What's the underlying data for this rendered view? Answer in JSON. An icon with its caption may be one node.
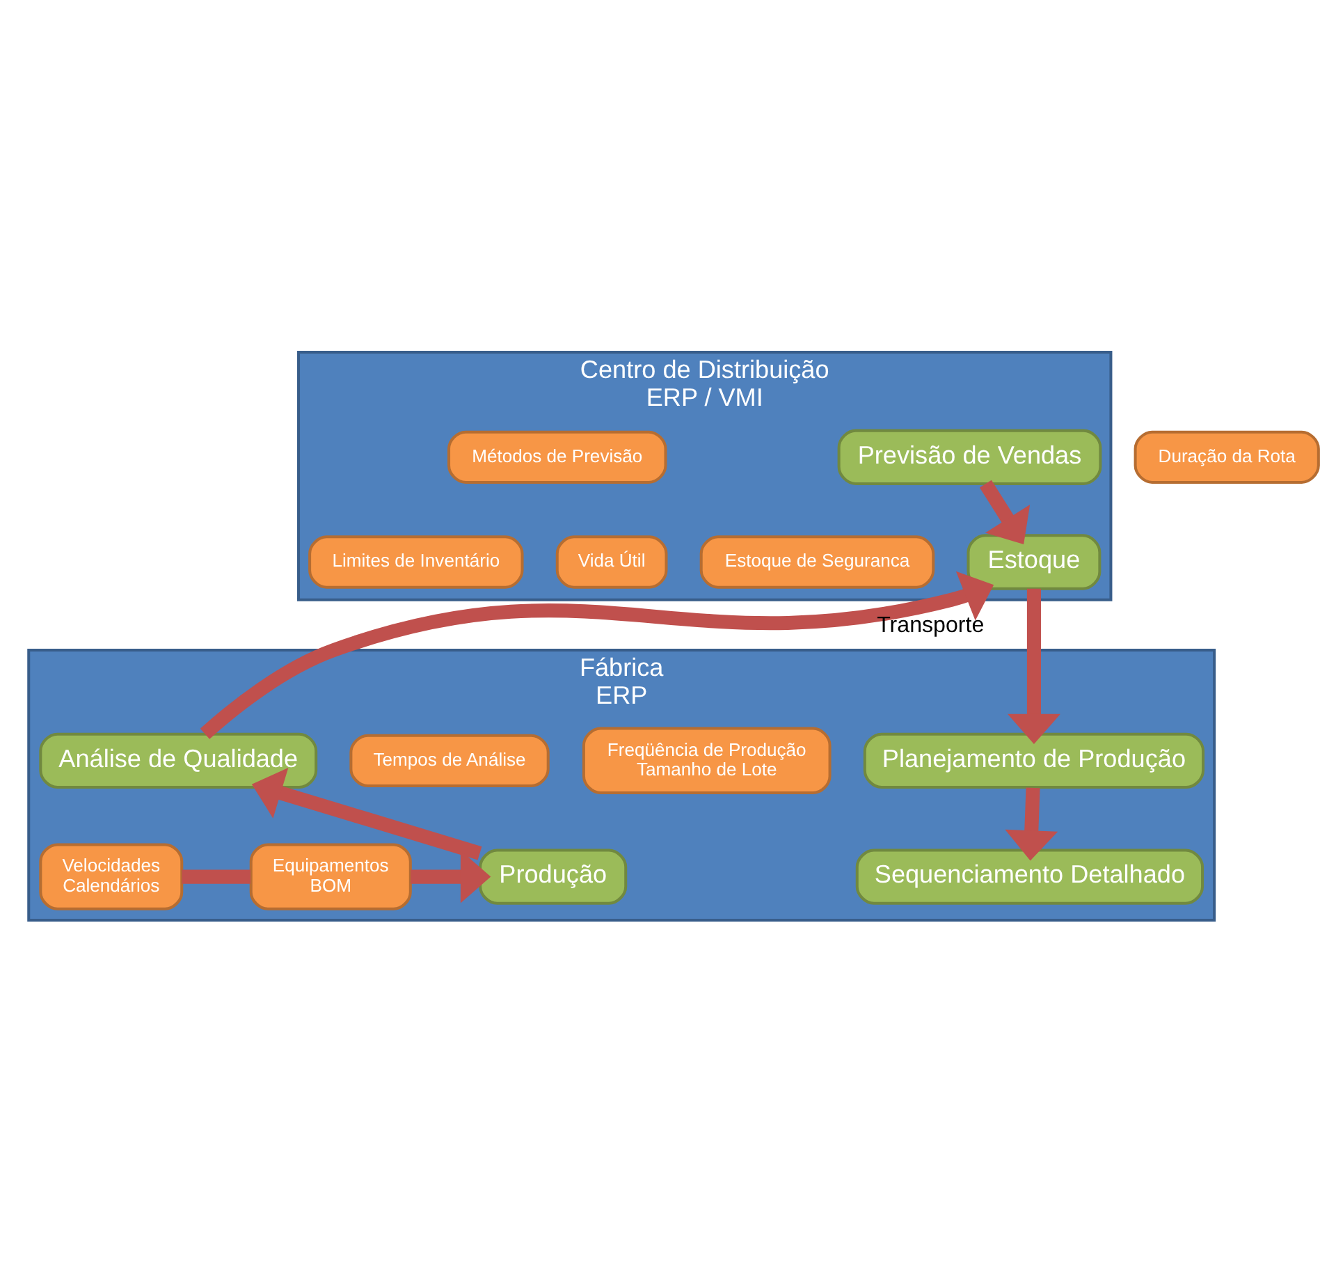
{
  "diagram": {
    "nodes": [
      {
        "text": [
          "Centro de Distribuição",
          "ERP / VMI"
        ]
      },
      {
        "text": [
          "Previsão de Vendas"
        ],
        "in": 0
      },
      {
        "text": [
          "Métodos de Previsão"
        ],
        "in": 0
      },
      {
        "text": [
          "Estoque"
        ],
        "in": 0
      },
      {
        "text": [
          "Estoque de Seguranca"
        ],
        "in": 0
      },
      {
        "text": [
          "Vida Útil"
        ],
        "in": 0
      },
      {
        "text": [
          "Limites de Inventário"
        ],
        "in": 0
      },
      {
        "text": [
          "Duração da Rota"
        ]
      },
      {
        "text": [
          "Fábrica",
          "ERP"
        ]
      },
      {
        "text": [
          "Planejamento de Produção"
        ],
        "in": 8
      },
      {
        "text": [
          "Freqüência de Produção",
          "Tamanho de Lote"
        ],
        "in": 8
      },
      {
        "text": [
          "Tempos de Análise"
        ],
        "in": 8
      },
      {
        "text": [
          "Análise de Qualidade"
        ],
        "in": 8
      },
      {
        "text": [
          "Sequenciamento Detalhado"
        ],
        "in": 8
      },
      {
        "text": [
          "Velocidades",
          "Calendários"
        ],
        "in": 8
      },
      {
        "text": [
          "Equipamentos",
          "BOM"
        ],
        "in": 8
      },
      {
        "text": [
          "Produção"
        ],
        "in": 8
      }
    ],
    "edges": [
      {
        "from": 1,
        "to": 3,
        "arrow": "to"
      },
      {
        "from": 3,
        "to": 9,
        "arrow": "to"
      },
      {
        "from": 9,
        "to": 13,
        "arrow": "to"
      },
      {
        "from": 14,
        "to": 15,
        "arrow": "none"
      },
      {
        "from": 15,
        "to": 16,
        "arrow": "to"
      },
      {
        "from": 16,
        "to": 12,
        "arrow": "to"
      },
      {
        "from": 12,
        "to": 3,
        "arrow": "to",
        "label": "Transporte"
      }
    ]
  }
}
